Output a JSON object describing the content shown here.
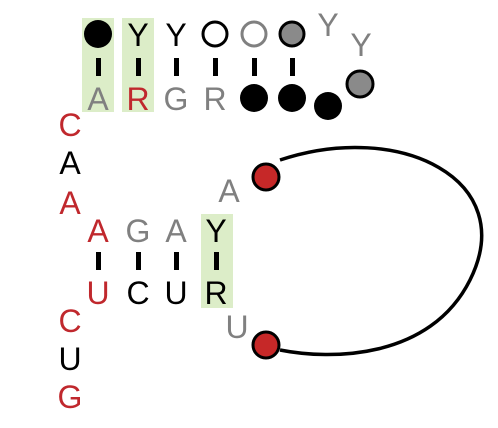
{
  "colors": {
    "black": "#000000",
    "gray": "#808080",
    "red": "#c0282d",
    "highlight": "#dcedc8",
    "node_red": "#c62828",
    "node_gray": "#8a8a8a"
  },
  "top_row": {
    "labels": [
      "Y",
      "Y"
    ],
    "circles": [
      "filled-black",
      "open-black",
      "open-gray",
      "filled-gray"
    ]
  },
  "top_strand": {
    "letters": [
      "A",
      "R",
      "G",
      "R"
    ],
    "colors": [
      "gray",
      "red",
      "gray",
      "gray"
    ]
  },
  "hairpin_tail": {
    "extra_label": "Y",
    "circles": [
      "filled-black",
      "filled-black",
      "filled-black",
      "filled-gray"
    ]
  },
  "left_strand": {
    "letters": [
      "C",
      "A",
      "A"
    ],
    "colors": [
      "red",
      "black",
      "red"
    ]
  },
  "middle_top": {
    "letters": [
      "A",
      "G",
      "A",
      "Y"
    ],
    "colors": [
      "red",
      "gray",
      "gray",
      "black"
    ],
    "loop_label": "A"
  },
  "middle_bottom": {
    "letters": [
      "U",
      "C",
      "U",
      "R"
    ],
    "colors": [
      "red",
      "black",
      "black",
      "black"
    ],
    "loop_label": "U"
  },
  "tail_strand": {
    "letters": [
      "C",
      "U",
      "G"
    ],
    "colors": [
      "red",
      "black",
      "red"
    ]
  }
}
